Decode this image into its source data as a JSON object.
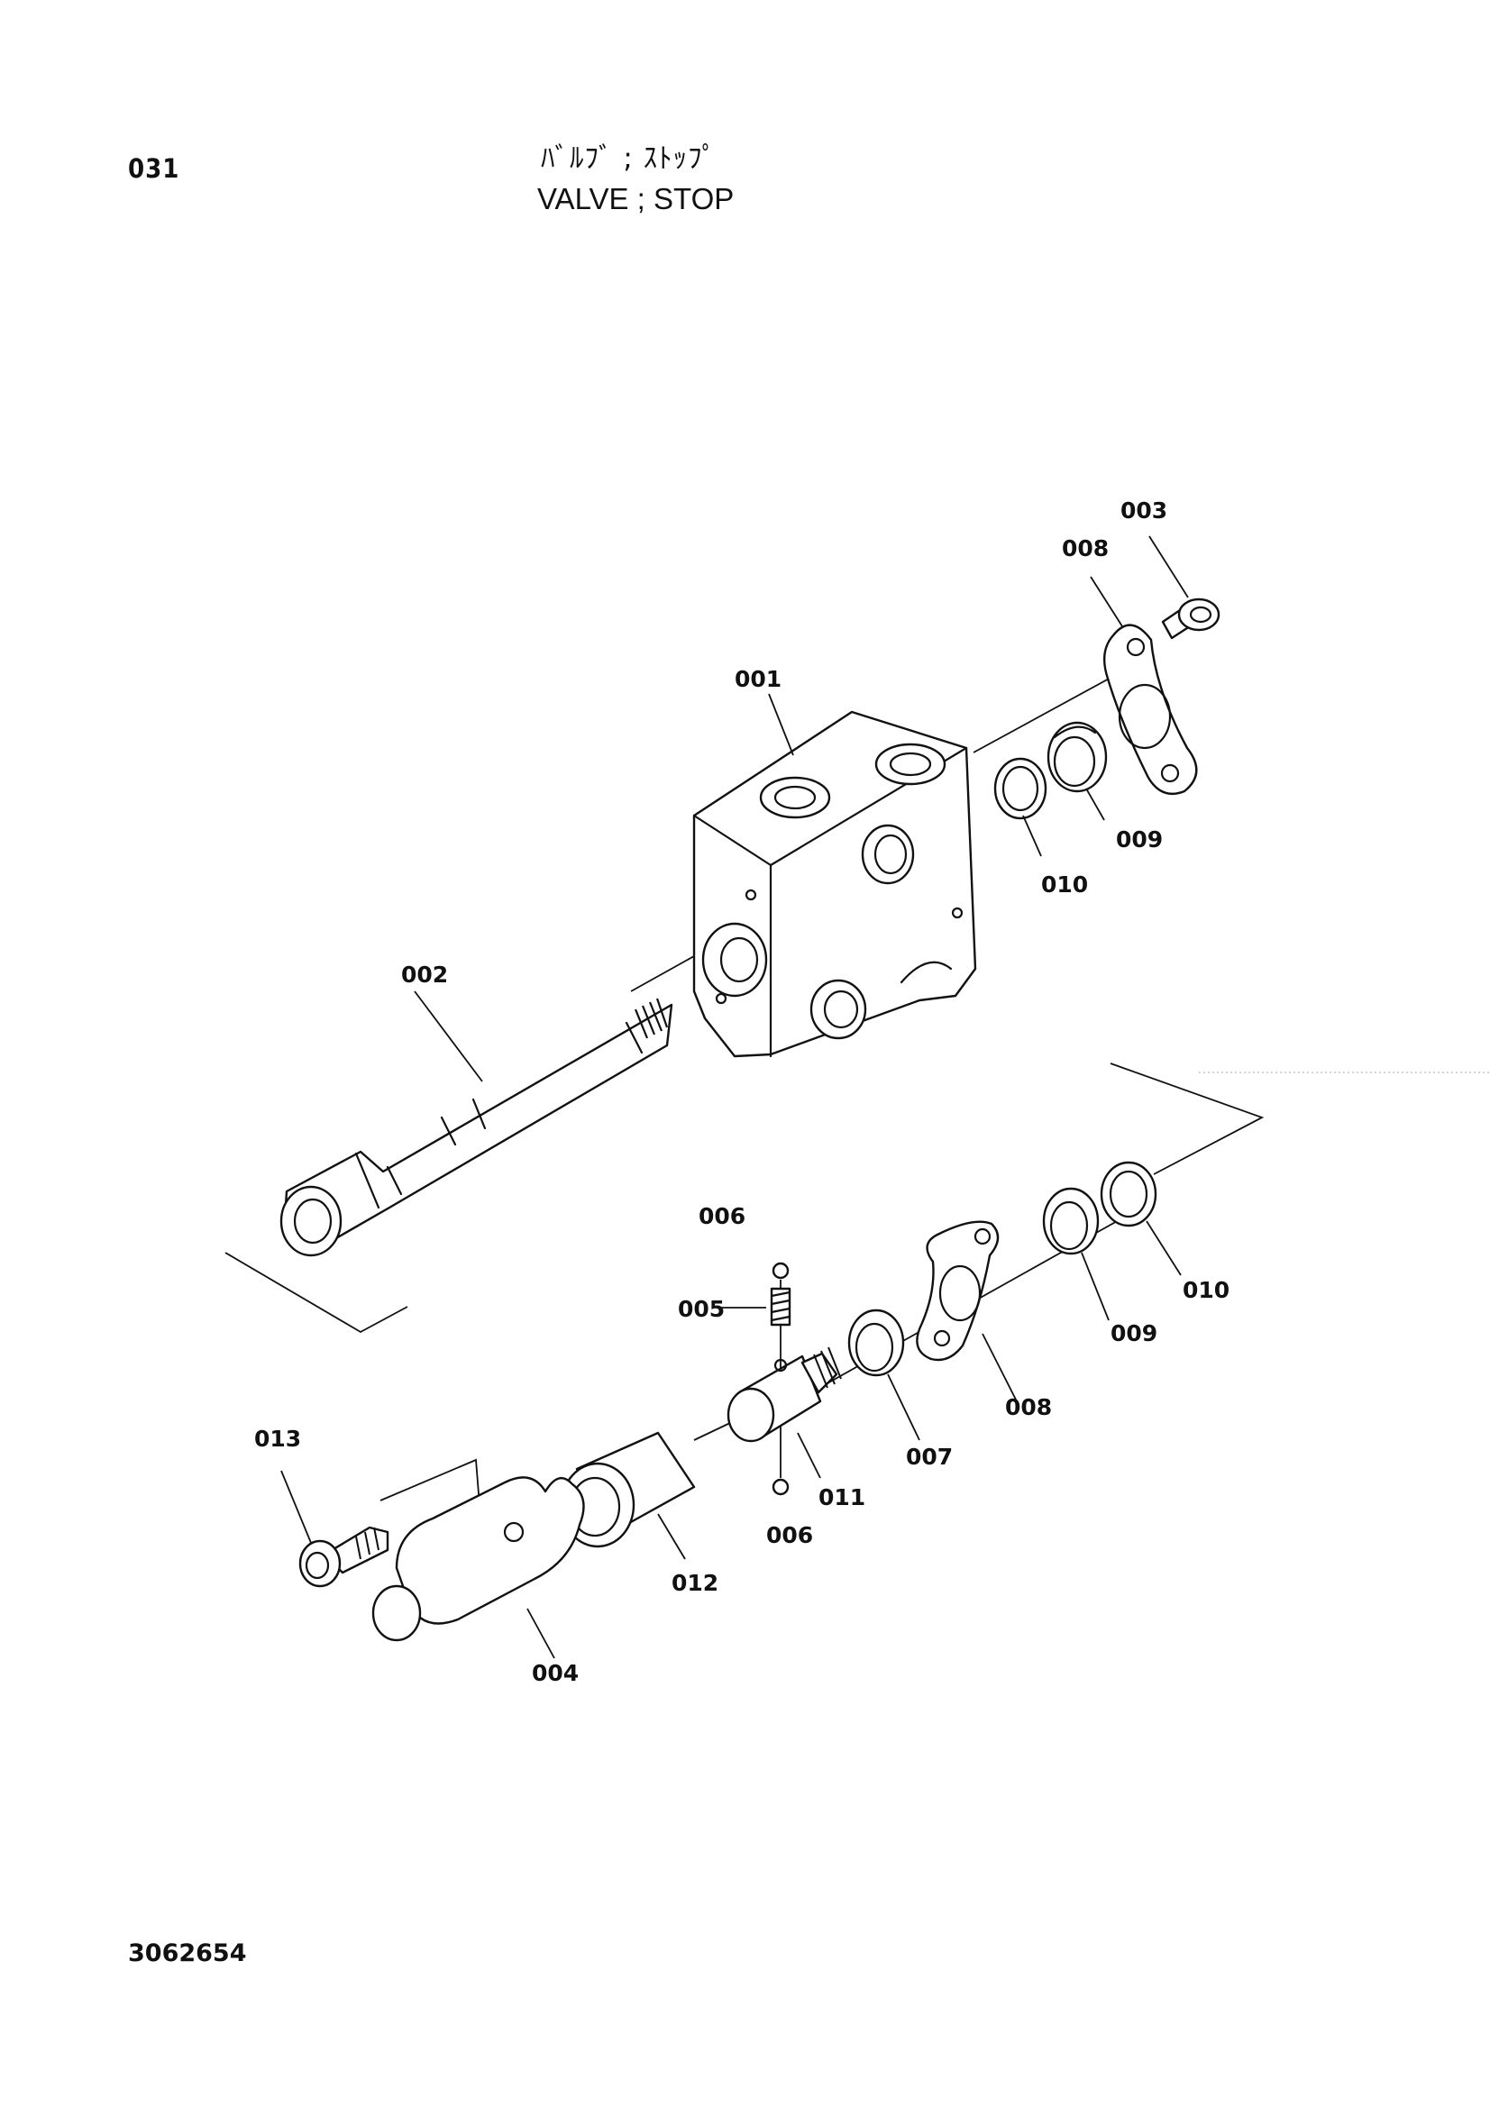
{
  "header": {
    "sheet_number": "031",
    "title_japanese": "ﾊﾞﾙﾌﾞ ; ｽﾄｯﾌﾟ",
    "title_english": "VALVE ; STOP"
  },
  "footer": {
    "drawing_number": "3062654"
  },
  "callouts": {
    "c001": "001",
    "c002": "002",
    "c003": "003",
    "c004": "004",
    "c005": "005",
    "c006a": "006",
    "c006b": "006",
    "c007": "007",
    "c008a": "008",
    "c008b": "008",
    "c009a": "009",
    "c009b": "009",
    "c010a": "010",
    "c010b": "010",
    "c011": "011",
    "c012": "012",
    "c013": "013"
  }
}
